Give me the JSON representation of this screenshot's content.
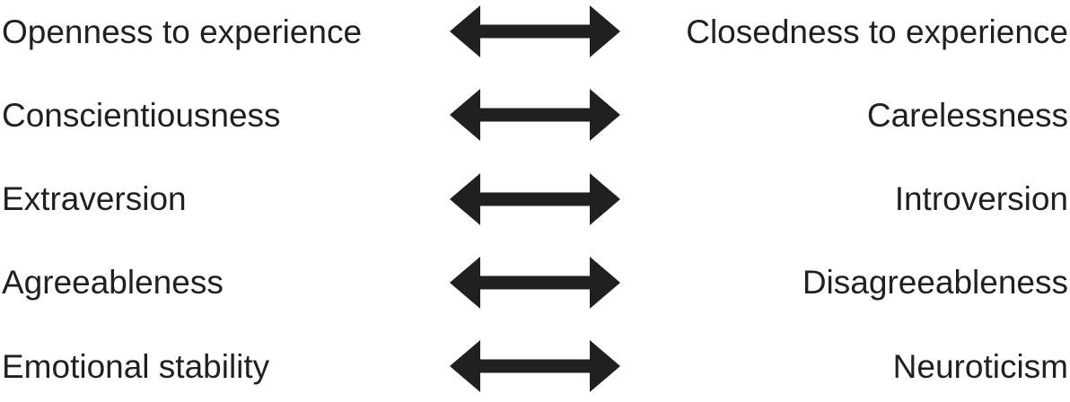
{
  "figure": {
    "arrow_color": "#231F20",
    "text_color": "#231F20",
    "background_color": "#FFFFFF",
    "rows": [
      {
        "left": "Openness to experience",
        "right": "Closedness to experience"
      },
      {
        "left": "Conscientiousness",
        "right": "Carelessness"
      },
      {
        "left": "Extraversion",
        "right": "Introversion"
      },
      {
        "left": "Agreeableness",
        "right": "Disagreeableness"
      },
      {
        "left": "Emotional stability",
        "right": "Neuroticism"
      }
    ]
  }
}
